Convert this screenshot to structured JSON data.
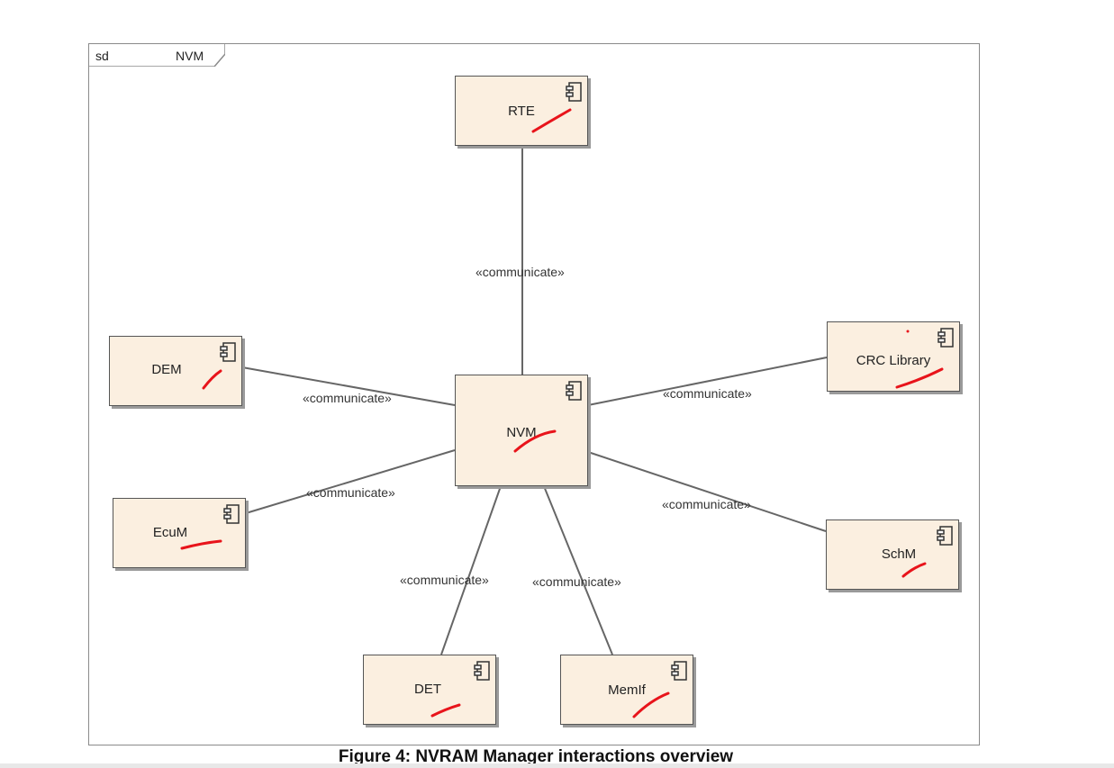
{
  "frame": {
    "kind": "sd",
    "name": "NVM"
  },
  "components": [
    {
      "id": "rte",
      "label": "RTE"
    },
    {
      "id": "nvm",
      "label": "NVM"
    },
    {
      "id": "dem",
      "label": "DEM"
    },
    {
      "id": "crc",
      "label": "CRC Library"
    },
    {
      "id": "ecum",
      "label": "EcuM"
    },
    {
      "id": "schm",
      "label": "SchM"
    },
    {
      "id": "det",
      "label": "DET"
    },
    {
      "id": "memif",
      "label": "MemIf"
    }
  ],
  "connections": [
    {
      "from": "nvm",
      "to": "rte",
      "label": "«communicate»"
    },
    {
      "from": "nvm",
      "to": "dem",
      "label": "«communicate»"
    },
    {
      "from": "nvm",
      "to": "crc",
      "label": "«communicate»"
    },
    {
      "from": "nvm",
      "to": "ecum",
      "label": "«communicate»"
    },
    {
      "from": "nvm",
      "to": "schm",
      "label": "«communicate»"
    },
    {
      "from": "nvm",
      "to": "det",
      "label": "«communicate»"
    },
    {
      "from": "nvm",
      "to": "memif",
      "label": "«communicate»"
    }
  ],
  "caption": "Figure 4: NVRAM Manager interactions overview",
  "colors": {
    "component_fill": "#fbefe0",
    "annotation": "#e8141b",
    "line": "#666666"
  }
}
